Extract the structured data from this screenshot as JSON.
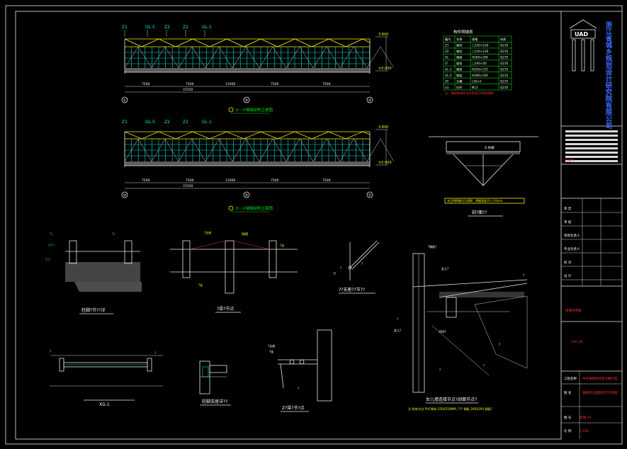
{
  "elevation_1": {
    "labels": [
      "Z1",
      "GL-5",
      "Z2",
      "Z2",
      "GL-1"
    ],
    "bay_dims": [
      "7500",
      "7500",
      "11000",
      "7500",
      "7500"
    ],
    "total_dim": "37250",
    "grid_left": "①",
    "grid_mid": "②",
    "grid_right": "③",
    "elev_top": "3.800",
    "elev_zero": "±0.000",
    "caption": "①~③轴钢结构立面图"
  },
  "elevation_2": {
    "labels": [
      "Z1",
      "GL-5",
      "Z2",
      "Z2",
      "GL-1"
    ],
    "bay_dims": [
      "7500",
      "7500",
      "11000",
      "7500",
      "7500"
    ],
    "total_dim": "37250",
    "grid_left": "③",
    "grid_mid": "②",
    "grid_right": "①",
    "elev_top": "3.800",
    "elev_zero": "±0.000",
    "caption": "③~①轴钢结构立面图"
  },
  "member_table": {
    "title": "构件明细表",
    "headers": [
      "编号",
      "名称",
      "规格",
      "材质"
    ],
    "rows": [
      [
        "Z1",
        "钢柱",
        "□150×150",
        "Q235"
      ],
      [
        "Z2",
        "钢柱",
        "□120×120",
        "Q235"
      ],
      [
        "GL",
        "钢梁",
        "H200×100",
        "Q235"
      ],
      [
        "LT",
        "檩条",
        "□100×50",
        "Q235"
      ],
      [
        "GL-1",
        "钢梁",
        "H250×125",
        "Q235"
      ],
      [
        "GL-5",
        "钢梁",
        "H300×150",
        "Q235"
      ],
      [
        "ZC",
        "支撑",
        "L50×5",
        "Q235"
      ],
      [
        "LG",
        "拉杆",
        "Φ12",
        "Q235"
      ]
    ],
    "note": "注：钢结构构件均采用Q235B级钢材"
  },
  "detail_top": {
    "label_left": "Z-柱脚",
    "caption": "剖?面??",
    "note": "未注明焊缝均为满焊，焊缝高度不小于6mm"
  },
  "detail_labels": {
    "d1": "柱脚?节??详",
    "d2": "?梁?节点",
    "d3": "??支座??节??",
    "d4": "XG-1",
    "d5": "柱脚支座详??",
    "d6": "Z?梁?节?点",
    "d7": "女儿墙连接节点?剖面节点?"
  },
  "detail_note": "注:所有节点 PVC钢材 250X250MM, ??? 钢板 200X200 钢板?",
  "title_block": {
    "company": "浙江省城乡规划设计研究院有限公司",
    "logo": "UAD",
    "rows": [
      "审 定",
      "审 核",
      "项目负责人",
      "专业负责人",
      "校 对",
      "设 计"
    ],
    "project_label": "工程名称",
    "project": "中天钢结构温室大棚工程",
    "drawing_label": "图 名",
    "drawing": "钢结构立面图及节点详图",
    "number_label": "图 号",
    "number": "结施-03",
    "scale_label": "比 例",
    "scale": "1:100",
    "stamp": "出图专用章",
    "date": "2015.06"
  },
  "colors": {
    "background": "#000000",
    "line": "#e8e8e8",
    "yellow": "#f3f300",
    "green": "#00d000",
    "cyan": "#00e0e0",
    "red": "#ff3030",
    "blue": "#3a6cff"
  }
}
